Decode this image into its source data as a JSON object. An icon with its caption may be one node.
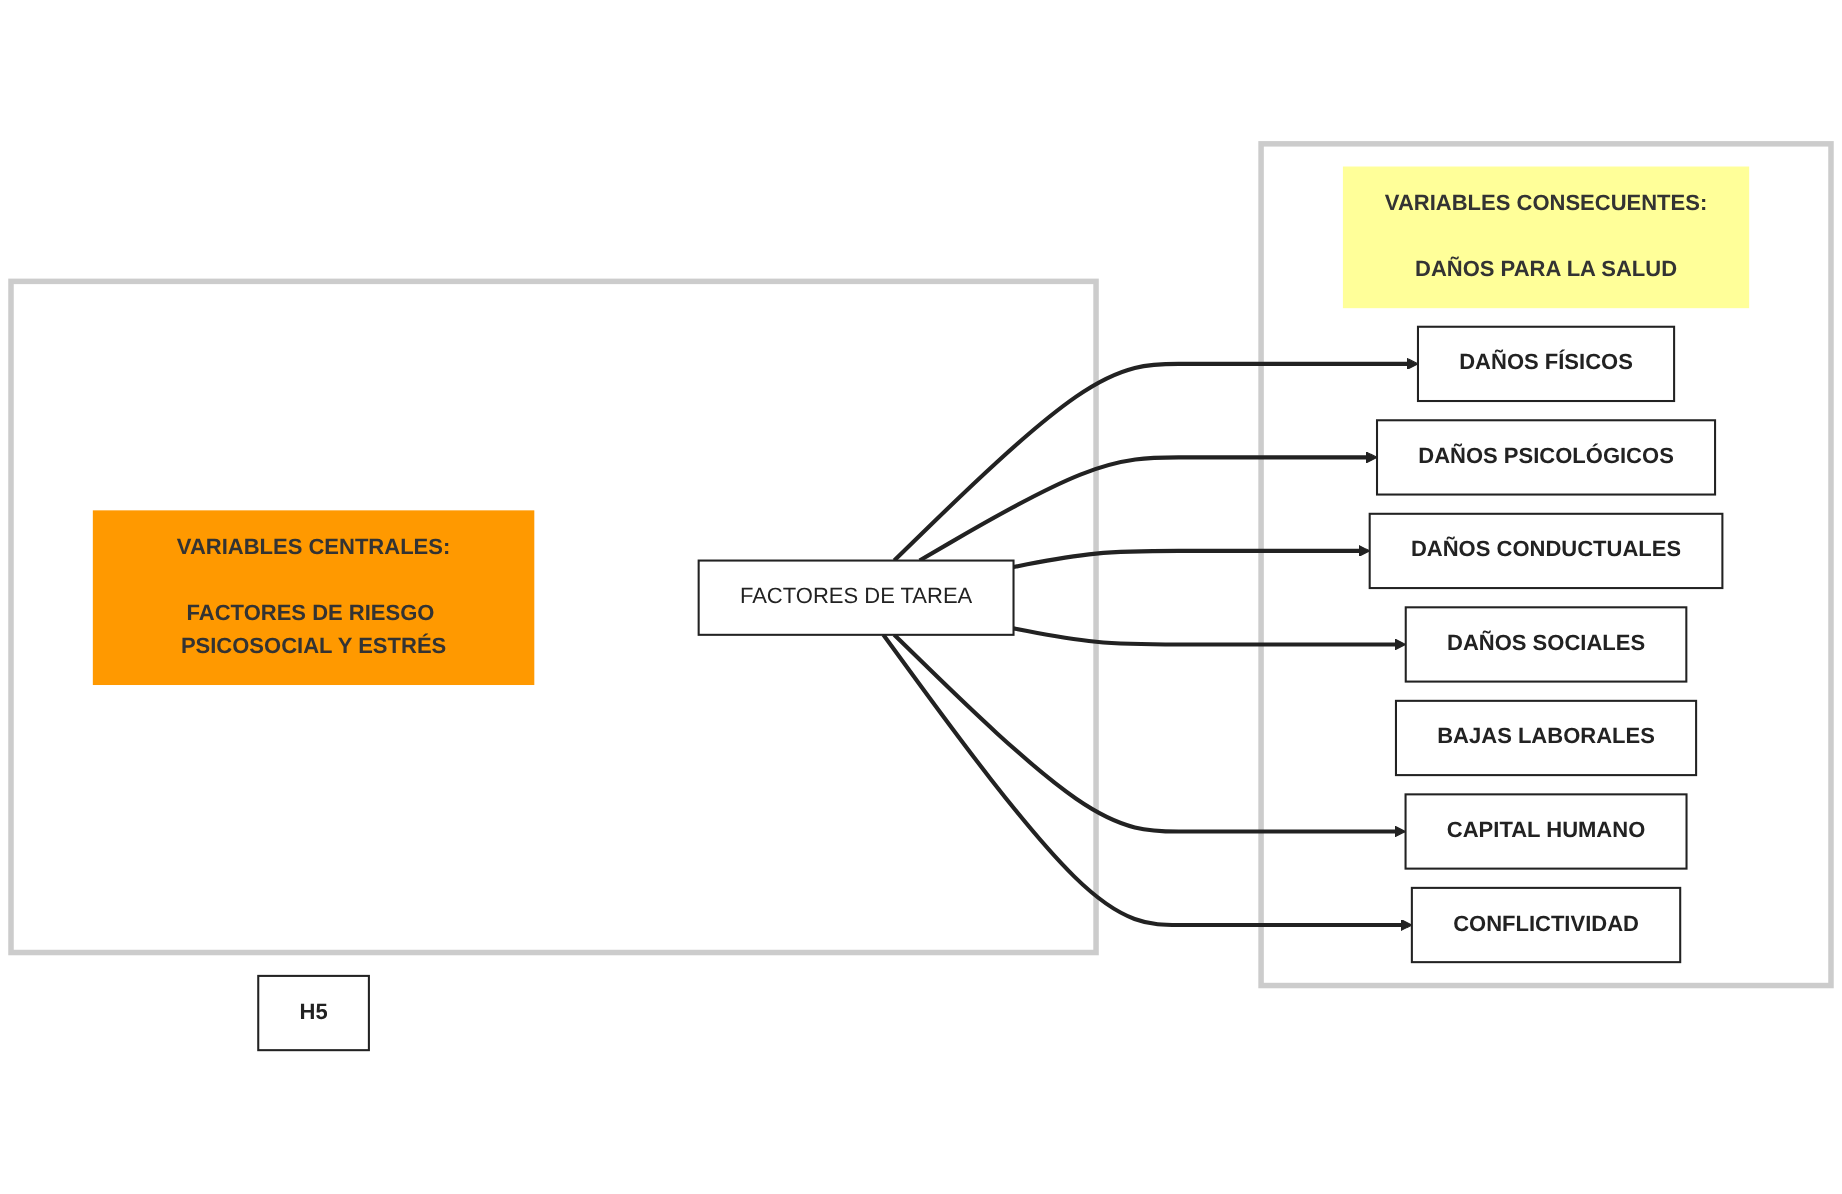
{
  "diagram": {
    "nodes": [
      {
        "text": [
          "H5"
        ]
      },
      {
        "text": [],
        "shape": "box"
      },
      {
        "text": [
          "VARIABLES CENTRALES:",
          "FACTORES DE RIESGO PSICOSOCIAL Y ESTRÉS"
        ],
        "in": 1
      },
      {
        "text": [
          "FACTORES DE TAREA"
        ],
        "in": 1
      },
      {
        "text": [],
        "shape": "box"
      },
      {
        "text": [
          "VARIABLES CONSECUENTES:",
          "DAÑOS PARA LA SALUD"
        ],
        "in": 4
      },
      {
        "text": [
          "DAÑOS FÍSICOS"
        ],
        "in": 4
      },
      {
        "text": [
          "DAÑOS PSICOLÓGICOS"
        ],
        "in": 4
      },
      {
        "text": [
          "DAÑOS CONDUCTUALES"
        ],
        "in": 4
      },
      {
        "text": [
          "DAÑOS SOCIALES"
        ],
        "in": 4
      },
      {
        "text": [
          "BAJAS LABORALES"
        ],
        "in": 4
      },
      {
        "text": [
          "CAPITAL HUMANO"
        ],
        "in": 4
      },
      {
        "text": [
          "CONFLICTIVIDAD"
        ],
        "in": 4
      }
    ],
    "edges": [
      {
        "from": 3,
        "to": 6,
        "arrow": "to"
      },
      {
        "from": 3,
        "to": 7,
        "arrow": "to"
      },
      {
        "from": 3,
        "to": 8,
        "arrow": "to"
      },
      {
        "from": 3,
        "to": 9,
        "arrow": "to"
      },
      {
        "from": 3,
        "to": 11,
        "arrow": "to"
      },
      {
        "from": 3,
        "to": 12,
        "arrow": "to"
      }
    ]
  }
}
